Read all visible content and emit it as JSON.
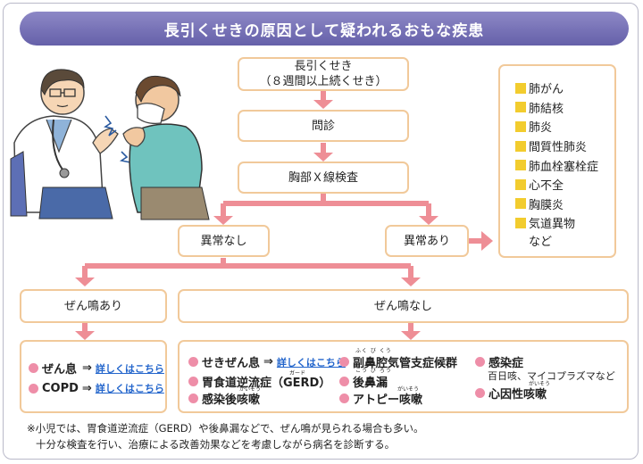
{
  "title": "長引くせきの原因として疑われるおもな疾患",
  "flow": {
    "start_line1": "長引くせき",
    "start_line2": "（８週間以上続くせき）",
    "interview": "問診",
    "xray": "胸部Ｘ線検査",
    "normal": "異常なし",
    "abnormal": "異常あり",
    "wheeze_yes": "ぜん鳴あり",
    "wheeze_no": "ぜん鳴なし"
  },
  "abnormal_causes": [
    "肺がん",
    "肺結核",
    "肺炎",
    "間質性肺炎",
    "肺血栓塞栓症",
    "心不全",
    "胸膜炎",
    "気道異物"
  ],
  "abnormal_causes_etc": "など",
  "wheeze_yes_diseases": [
    {
      "name": "ぜん息",
      "arrow": "⇒",
      "link": "詳しくはこちら"
    },
    {
      "name": "COPD",
      "arrow": "⇒",
      "link": "詳しくはこちら"
    }
  ],
  "wheeze_no_diseases": {
    "col1": {
      "item1": {
        "name": "せきぜん息",
        "arrow": "⇒",
        "link": "詳しくはこちら"
      },
      "item2": {
        "name": "胃食道逆流症（GERD）",
        "ruby": "ガード"
      },
      "item3": {
        "name": "感染後咳嗽",
        "ruby": "がいそう"
      }
    },
    "col2": {
      "item1": {
        "name": "副鼻腔気管支症候群",
        "ruby": "ふく び くう"
      },
      "item2": {
        "name": "後鼻漏",
        "ruby": "こう び ろう"
      },
      "item3": {
        "name": "アトピー咳嗽",
        "ruby": "がいそう"
      }
    },
    "col3": {
      "item1": {
        "name": "感染症",
        "sub": "百日咳、マイコプラズマなど"
      },
      "item2": {
        "name": "心因性咳嗽",
        "ruby": "がいそう"
      }
    }
  },
  "note_line1": "※小児では、胃食道逆流症（GERD）や後鼻漏などで、ぜん鳴が見られる場合も多い。",
  "note_line2": "十分な検査を行い、治療による改善効果などを考慮しながら病名を診断する。",
  "colors": {
    "title_bg": "#7570b5",
    "box_border": "#f1c99a",
    "arrow": "#ee8e96",
    "bullet_square": "#f2cc2e",
    "bullet_dot": "#ee8ea8",
    "link": "#2466cc"
  }
}
